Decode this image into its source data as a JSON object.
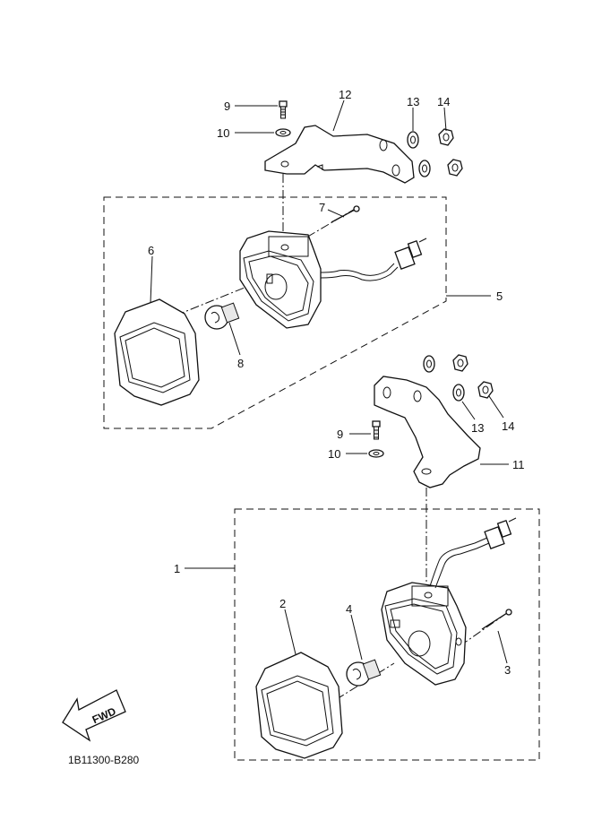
{
  "diagram": {
    "code": "1B11300-B280",
    "fwd_label": "FWD",
    "callouts": {
      "p1": "1",
      "p2": "2",
      "p3": "3",
      "p4": "4",
      "p5": "5",
      "p6": "6",
      "p7": "7",
      "p8": "8",
      "p9_top": "9",
      "p10_top": "10",
      "p9_mid": "9",
      "p10_mid": "10",
      "p11": "11",
      "p12": "12",
      "p13_top": "13",
      "p14_top": "14",
      "p13_mid": "13",
      "p14_mid": "14"
    }
  }
}
